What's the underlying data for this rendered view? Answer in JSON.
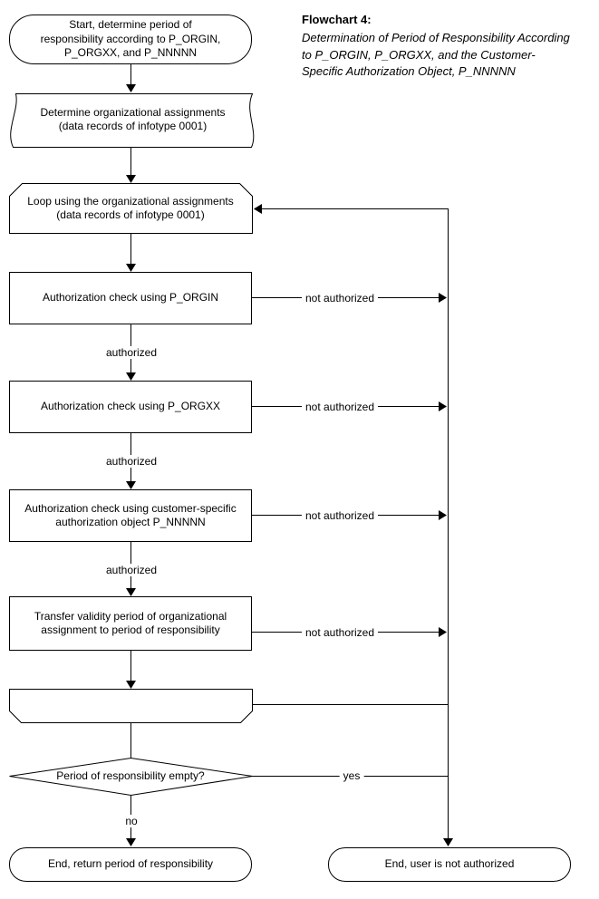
{
  "title": {
    "heading": "Flowchart 4:",
    "subtitle_lines": [
      "Determination of Period of Responsibility According",
      "to P_ORGIN, P_ORGXX, and the Customer-",
      "Specific Authorization Object, P_NNNNN"
    ]
  },
  "nodes": {
    "start": {
      "shape": "terminator",
      "lines": [
        "Start, determine period of",
        "responsibility according to P_ORGIN,",
        "P_ORGXX, and P_NNNNN"
      ]
    },
    "determine_assignments": {
      "shape": "tape",
      "lines": [
        "Determine organizational assignments",
        "(data records of infotype 0001)"
      ]
    },
    "loop_start": {
      "shape": "loop-limit",
      "lines": [
        "Loop using the organizational assignments",
        "(data records of infotype 0001)"
      ]
    },
    "check_p_orgin": {
      "shape": "process",
      "lines": [
        "Authorization check using P_ORGIN"
      ]
    },
    "check_p_orgxx": {
      "shape": "process",
      "lines": [
        "Authorization check using P_ORGXX"
      ]
    },
    "check_p_nnnnn": {
      "shape": "process",
      "lines": [
        "Authorization check using customer-specific",
        "authorization object P_NNNNN"
      ]
    },
    "transfer_validity": {
      "shape": "process",
      "lines": [
        "Transfer validity period of organizational",
        "assignment to period of responsibility"
      ]
    },
    "loop_end": {
      "shape": "loop-limit-end",
      "lines": []
    },
    "decision_empty": {
      "shape": "decision",
      "lines": [
        "Period of responsibility empty?"
      ]
    },
    "end_return": {
      "shape": "terminator",
      "lines": [
        "End, return period of responsibility"
      ]
    },
    "end_not_authorized": {
      "shape": "terminator",
      "lines": [
        "End, user is not authorized"
      ]
    }
  },
  "edge_labels": {
    "authorized": "authorized",
    "not_authorized": "not authorized",
    "yes": "yes",
    "no": "no"
  },
  "colors": {
    "line": "#000000",
    "background": "#ffffff",
    "text": "#000000"
  }
}
